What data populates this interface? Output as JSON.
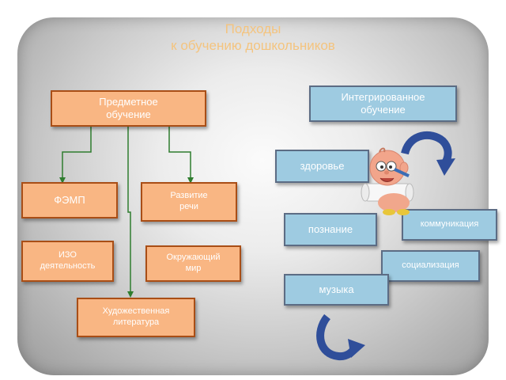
{
  "title": {
    "line1": "Подходы",
    "line2": "к обучению дошкольников"
  },
  "subject": {
    "root_line1": "Предметное",
    "root_line2": "обучение",
    "femp": "ФЭМП",
    "speech_line1": "Развитие",
    "speech_line2": "речи",
    "art_line1": "ИЗО",
    "art_line2": "деятельность",
    "world_line1": "Окружающий",
    "world_line2": "мир",
    "literature_line1": "Художественная",
    "literature_line2": "литература"
  },
  "integrated": {
    "root_line1": "Интегрированное",
    "root_line2": "обучение",
    "health": "здоровье",
    "knowledge": "познание",
    "communication": "коммуникация",
    "socialization": "социализация",
    "music": "музыка"
  },
  "colors": {
    "orange_fill": "#f9b683",
    "orange_border": "#a94e16",
    "blue_fill": "#9ecbe1",
    "blue_border": "#5c6c84",
    "connector": "#2f7d2f",
    "arrow_blue": "#2f4e9a",
    "title": "#f4c47f"
  },
  "icons": [
    "curved-arrow-icon",
    "curved-arrow-icon",
    "cartoon-boy-icon"
  ]
}
